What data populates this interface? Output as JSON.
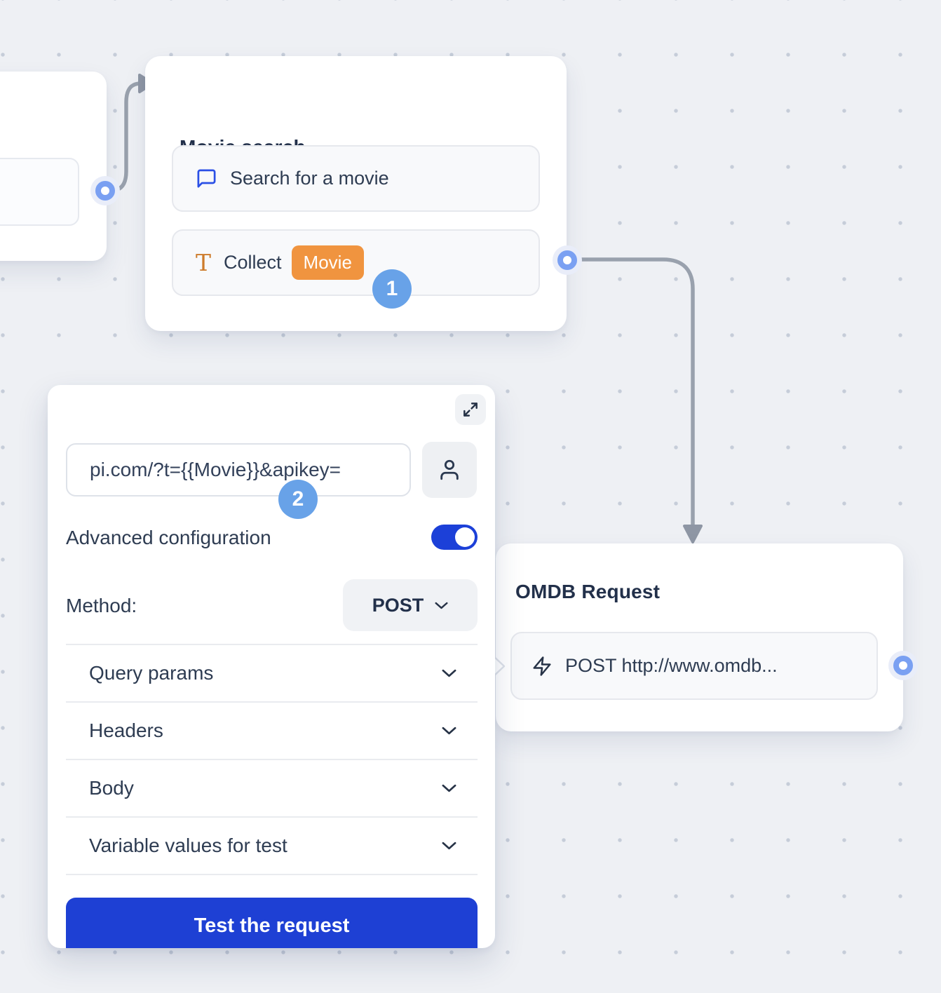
{
  "colors": {
    "canvas_bg": "#eef0f4",
    "primary_blue": "#1e40d4",
    "step_badge_blue": "#68a2e8",
    "connector_blue": "#7aa0f2",
    "variable_orange": "#f0943f",
    "edge_gray": "#99a1ad",
    "title_text": "#22304a"
  },
  "nodes": {
    "movie_search": {
      "title": "Movie search",
      "question_row": {
        "label": "Search for a movie"
      },
      "collect_row": {
        "label": "Collect",
        "variable_chip": "Movie"
      },
      "step_badge": "1"
    },
    "omdb_request": {
      "title": "OMDB Request",
      "webhook_row": {
        "label": "POST http://www.omdb..."
      }
    }
  },
  "request_panel": {
    "url_input_value": "pi.com/?t={{Movie}}&apikey=",
    "step_badge": "2",
    "advanced_configuration_label": "Advanced configuration",
    "advanced_configuration_on": true,
    "method_label": "Method:",
    "method_value": "POST",
    "sections": [
      "Query params",
      "Headers",
      "Body",
      "Variable values for test"
    ],
    "test_button_label": "Test the request"
  }
}
